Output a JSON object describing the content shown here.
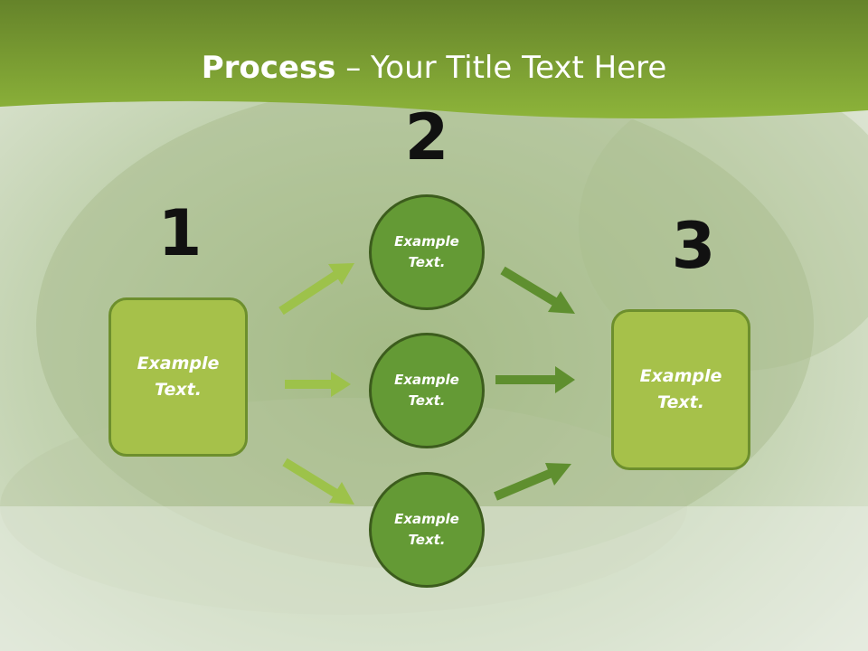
{
  "slide": {
    "title_bold": "Process",
    "title_rest": " – Your Title Text Here"
  },
  "steps": {
    "n1": "1",
    "n2": "2",
    "n3": "3"
  },
  "nodes": {
    "left": "Example Text.",
    "top": "Example Text.",
    "middle": "Example Text.",
    "bottom": "Example Text.",
    "right": "Example Text."
  },
  "colors": {
    "header_green": "#7ea82d",
    "box_fill": "#a6c14a",
    "circle_fill": "#649a35",
    "arrow_light": "#9dc24a",
    "arrow_dark": "#5f8f2f"
  }
}
